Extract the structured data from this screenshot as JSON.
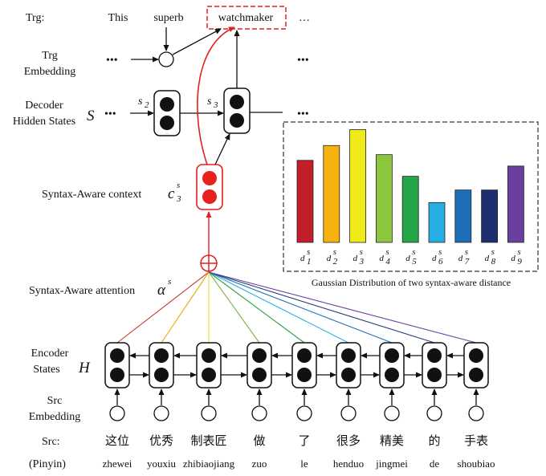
{
  "labels": {
    "trg": "Trg:",
    "trg_emb_1": "Trg",
    "trg_emb_2": "Embedding",
    "dec_1": "Decoder",
    "dec_2": "Hidden States",
    "dec_sym": "S",
    "ctx_text": "Syntax-Aware context",
    "ctx_sym": "c",
    "ctx_sup": "s",
    "ctx_sub": "3",
    "att_text": "Syntax-Aware attention",
    "att_sym": "α",
    "att_sup": "s",
    "enc_1": "Encoder",
    "enc_2": "States",
    "enc_sym": "H",
    "src_emb_1": "Src",
    "src_emb_2": "Embedding",
    "src": "Src:",
    "pinyin": "(Pinyin)",
    "s2": "s",
    "s2_sub": "2",
    "s3": "s",
    "s3_sub": "3",
    "dots": "•••",
    "ellipsis": "…",
    "caption": "Gaussian Distribution of two syntax-aware distance"
  },
  "targets": [
    "This",
    "superb",
    "watchmaker"
  ],
  "source_words": [
    "这位",
    "优秀",
    "制表匠",
    "做",
    "了",
    "很多",
    "精美",
    "的",
    "手表"
  ],
  "pinyin": [
    "zhewei",
    "youxiu",
    "zhibiaojiang",
    "zuo",
    "le",
    "henduo",
    "jingmei",
    "de",
    "shoubiao"
  ],
  "colors": {
    "highlight": "#e02020",
    "attention_lines": [
      "#c0392b",
      "#e6a800",
      "#e3de2a",
      "#7cb342",
      "#2aa048",
      "#28b0e0",
      "#1f6fb5",
      "#243a78",
      "#6a3fa0"
    ]
  },
  "chart_data": {
    "type": "bar",
    "title": "",
    "xlabel": "",
    "ylabel": "",
    "categories": [
      "d1",
      "d2",
      "d3",
      "d4",
      "d5",
      "d6",
      "d7",
      "d8",
      "d9"
    ],
    "tick_labels": [
      {
        "base": "d",
        "sup": "s",
        "sub": "1"
      },
      {
        "base": "d",
        "sup": "s",
        "sub": "2"
      },
      {
        "base": "d",
        "sup": "s",
        "sub": "3"
      },
      {
        "base": "d",
        "sup": "s",
        "sub": "4"
      },
      {
        "base": "d",
        "sup": "s",
        "sub": "5"
      },
      {
        "base": "d",
        "sup": "s",
        "sub": "6"
      },
      {
        "base": "d",
        "sup": "s",
        "sub": "7"
      },
      {
        "base": "d",
        "sup": "s",
        "sub": "8"
      },
      {
        "base": "d",
        "sup": "s",
        "sub": "9"
      }
    ],
    "values": [
      0.72,
      0.85,
      0.99,
      0.77,
      0.58,
      0.35,
      0.46,
      0.46,
      0.67
    ],
    "ylim": [
      0,
      1
    ],
    "colors": [
      "#c21f2b",
      "#f6b20e",
      "#f0ea1a",
      "#8cc63f",
      "#24a649",
      "#27aee0",
      "#1d6fb8",
      "#1c2e6e",
      "#6a3fa0"
    ],
    "grid": false,
    "legend": "none"
  }
}
